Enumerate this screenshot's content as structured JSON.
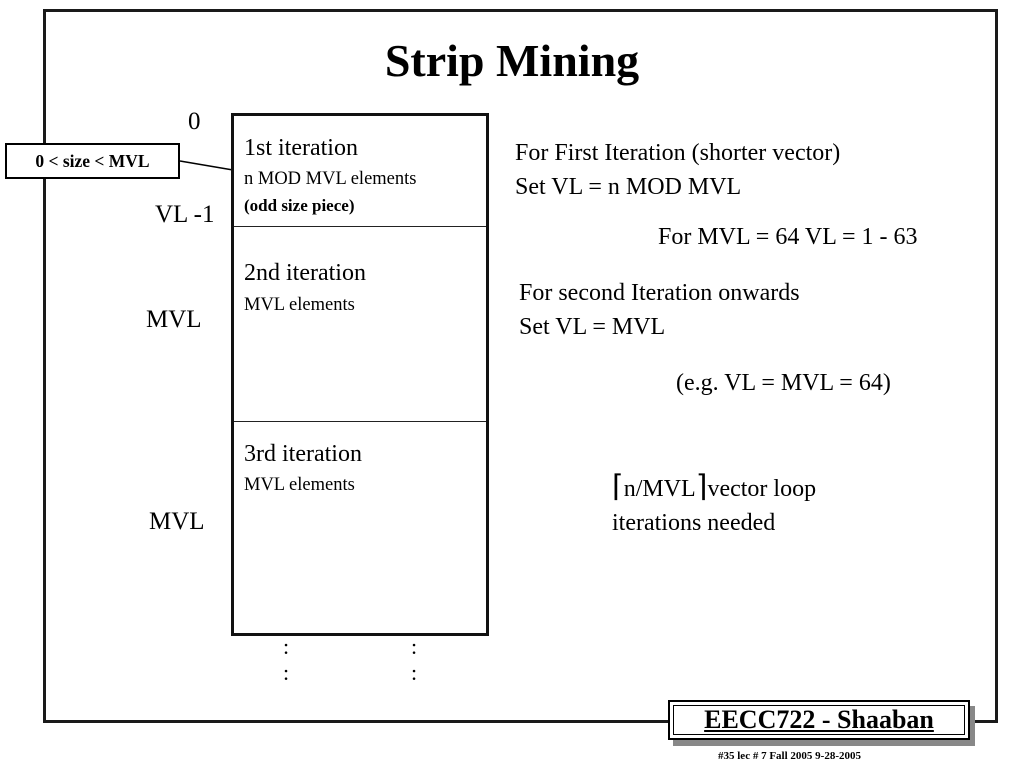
{
  "slide": {
    "title": "Strip Mining",
    "callout": "0  < size < MVL",
    "labels": {
      "zero": "0",
      "vl_minus_1": "VL -1",
      "mvl_1": "MVL",
      "mvl_2": "MVL"
    },
    "segments": [
      {
        "title": "1st iteration",
        "line1": "n MOD MVL elements",
        "line2": "(odd size piece)"
      },
      {
        "title": "2nd iteration",
        "line1": "MVL elements"
      },
      {
        "title": "3rd iteration",
        "line1": "MVL elements"
      }
    ],
    "dots": {
      "left": ":",
      "right": ":"
    },
    "notes": {
      "first_line1": "For First Iteration (shorter vector)",
      "first_line2": "Set  VL =  n MOD MVL",
      "first_example": "For MVL = 64 VL = 1 - 63",
      "second_line1": "For second  Iteration onwards",
      "second_line2": "Set  VL = MVL",
      "second_example": "(e.g. VL = MVL = 64)",
      "loop_ceil_left": "⌈",
      "loop_expr": "n/MVL",
      "loop_ceil_right": "⌉",
      "loop_line1_rest": "vector loop",
      "loop_line2": "iterations needed"
    },
    "footer": {
      "course": "EECC722 - Shaaban",
      "info": "#35   lec # 7    Fall 2005   9-28-2005"
    }
  }
}
